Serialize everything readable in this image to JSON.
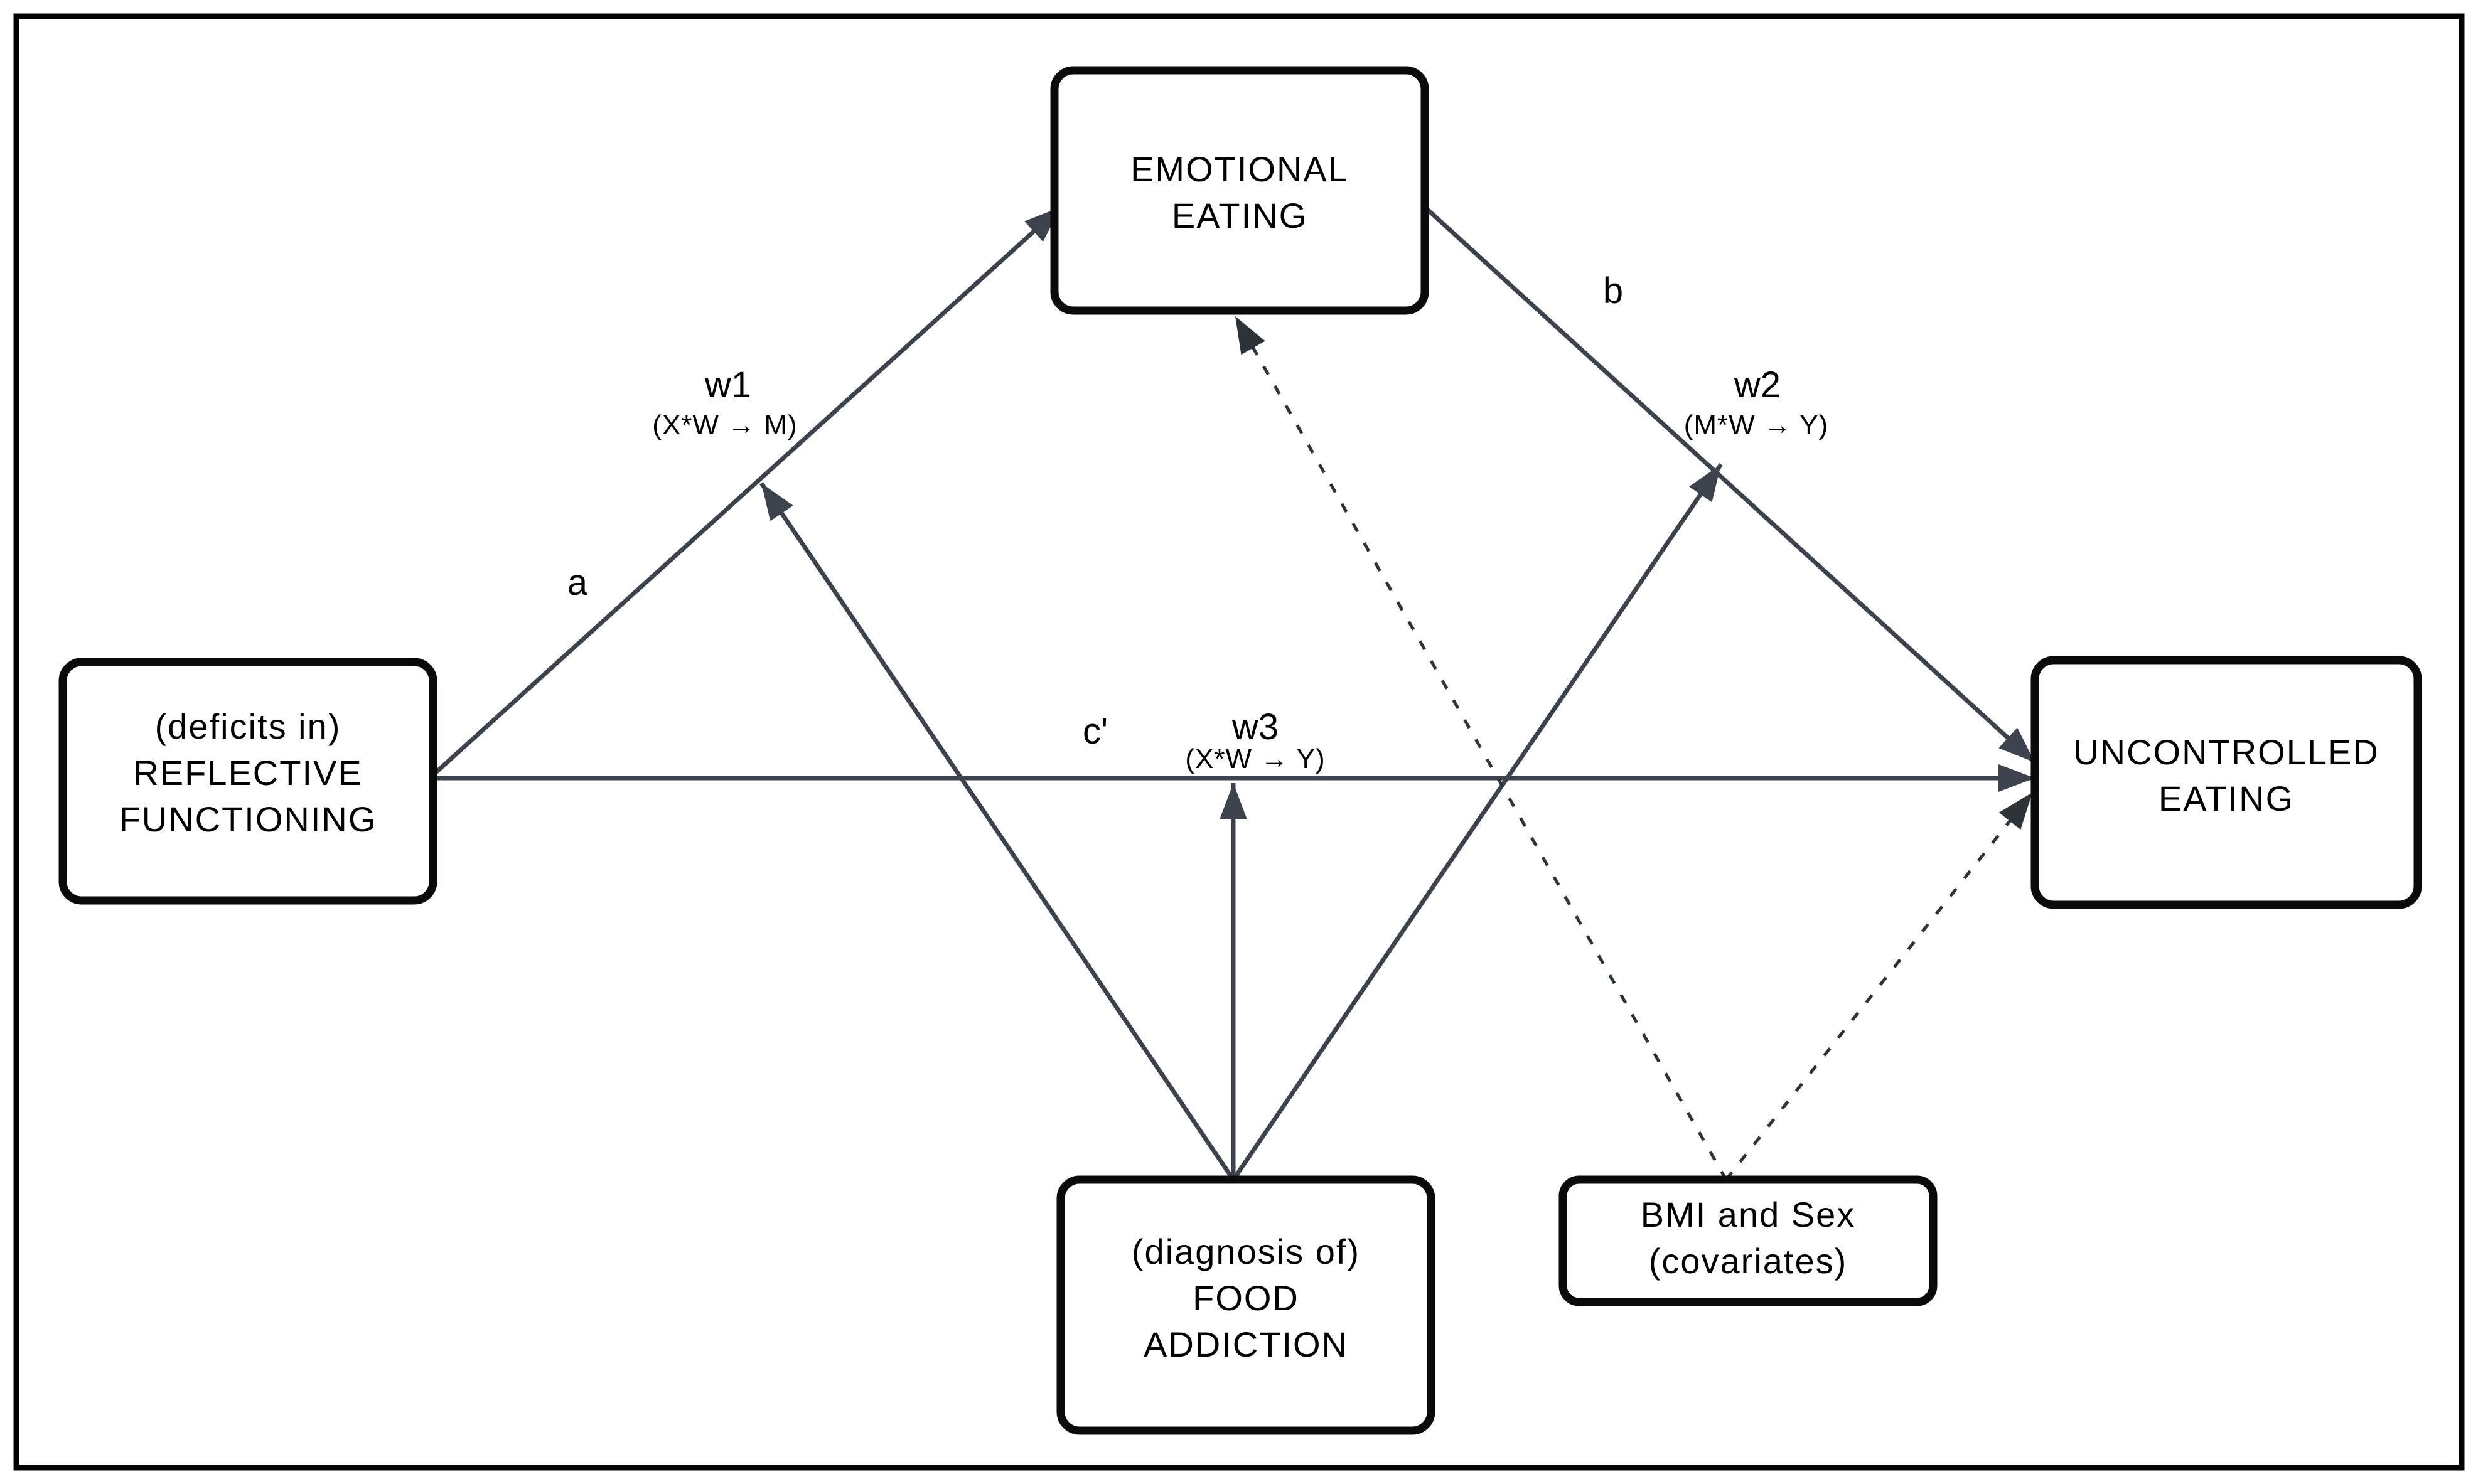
{
  "diagram": {
    "background": "#ffffff",
    "frame_color": "#000000",
    "box_border_color": "#0a0a0a",
    "box_fill": "#ffffff",
    "line_color": "#3c434c",
    "dashed_color": "#2e3338",
    "text_color": "#000000"
  },
  "nodes": {
    "reflective_functioning": {
      "lines": [
        "(deficits in)",
        "REFLECTIVE",
        "FUNCTIONING"
      ]
    },
    "emotional_eating": {
      "lines": [
        "EMOTIONAL",
        "EATING"
      ]
    },
    "uncontrolled_eating": {
      "lines": [
        "UNCONTROLLED",
        "EATING"
      ]
    },
    "food_addiction": {
      "lines": [
        "(diagnosis of)",
        "FOOD",
        "ADDICTION"
      ]
    },
    "covariates": {
      "lines": [
        "BMI and Sex",
        "(covariates)"
      ]
    }
  },
  "paths": {
    "a": {
      "label": "a"
    },
    "b": {
      "label": "b"
    },
    "c_prime": {
      "label": "c'"
    },
    "w1": {
      "label": "w1",
      "sublabel": "(X*W → M)"
    },
    "w2": {
      "label": "w2",
      "sublabel": "(M*W → Y)"
    },
    "w3": {
      "label": "w3",
      "sublabel": "(X*W → Y)"
    }
  }
}
